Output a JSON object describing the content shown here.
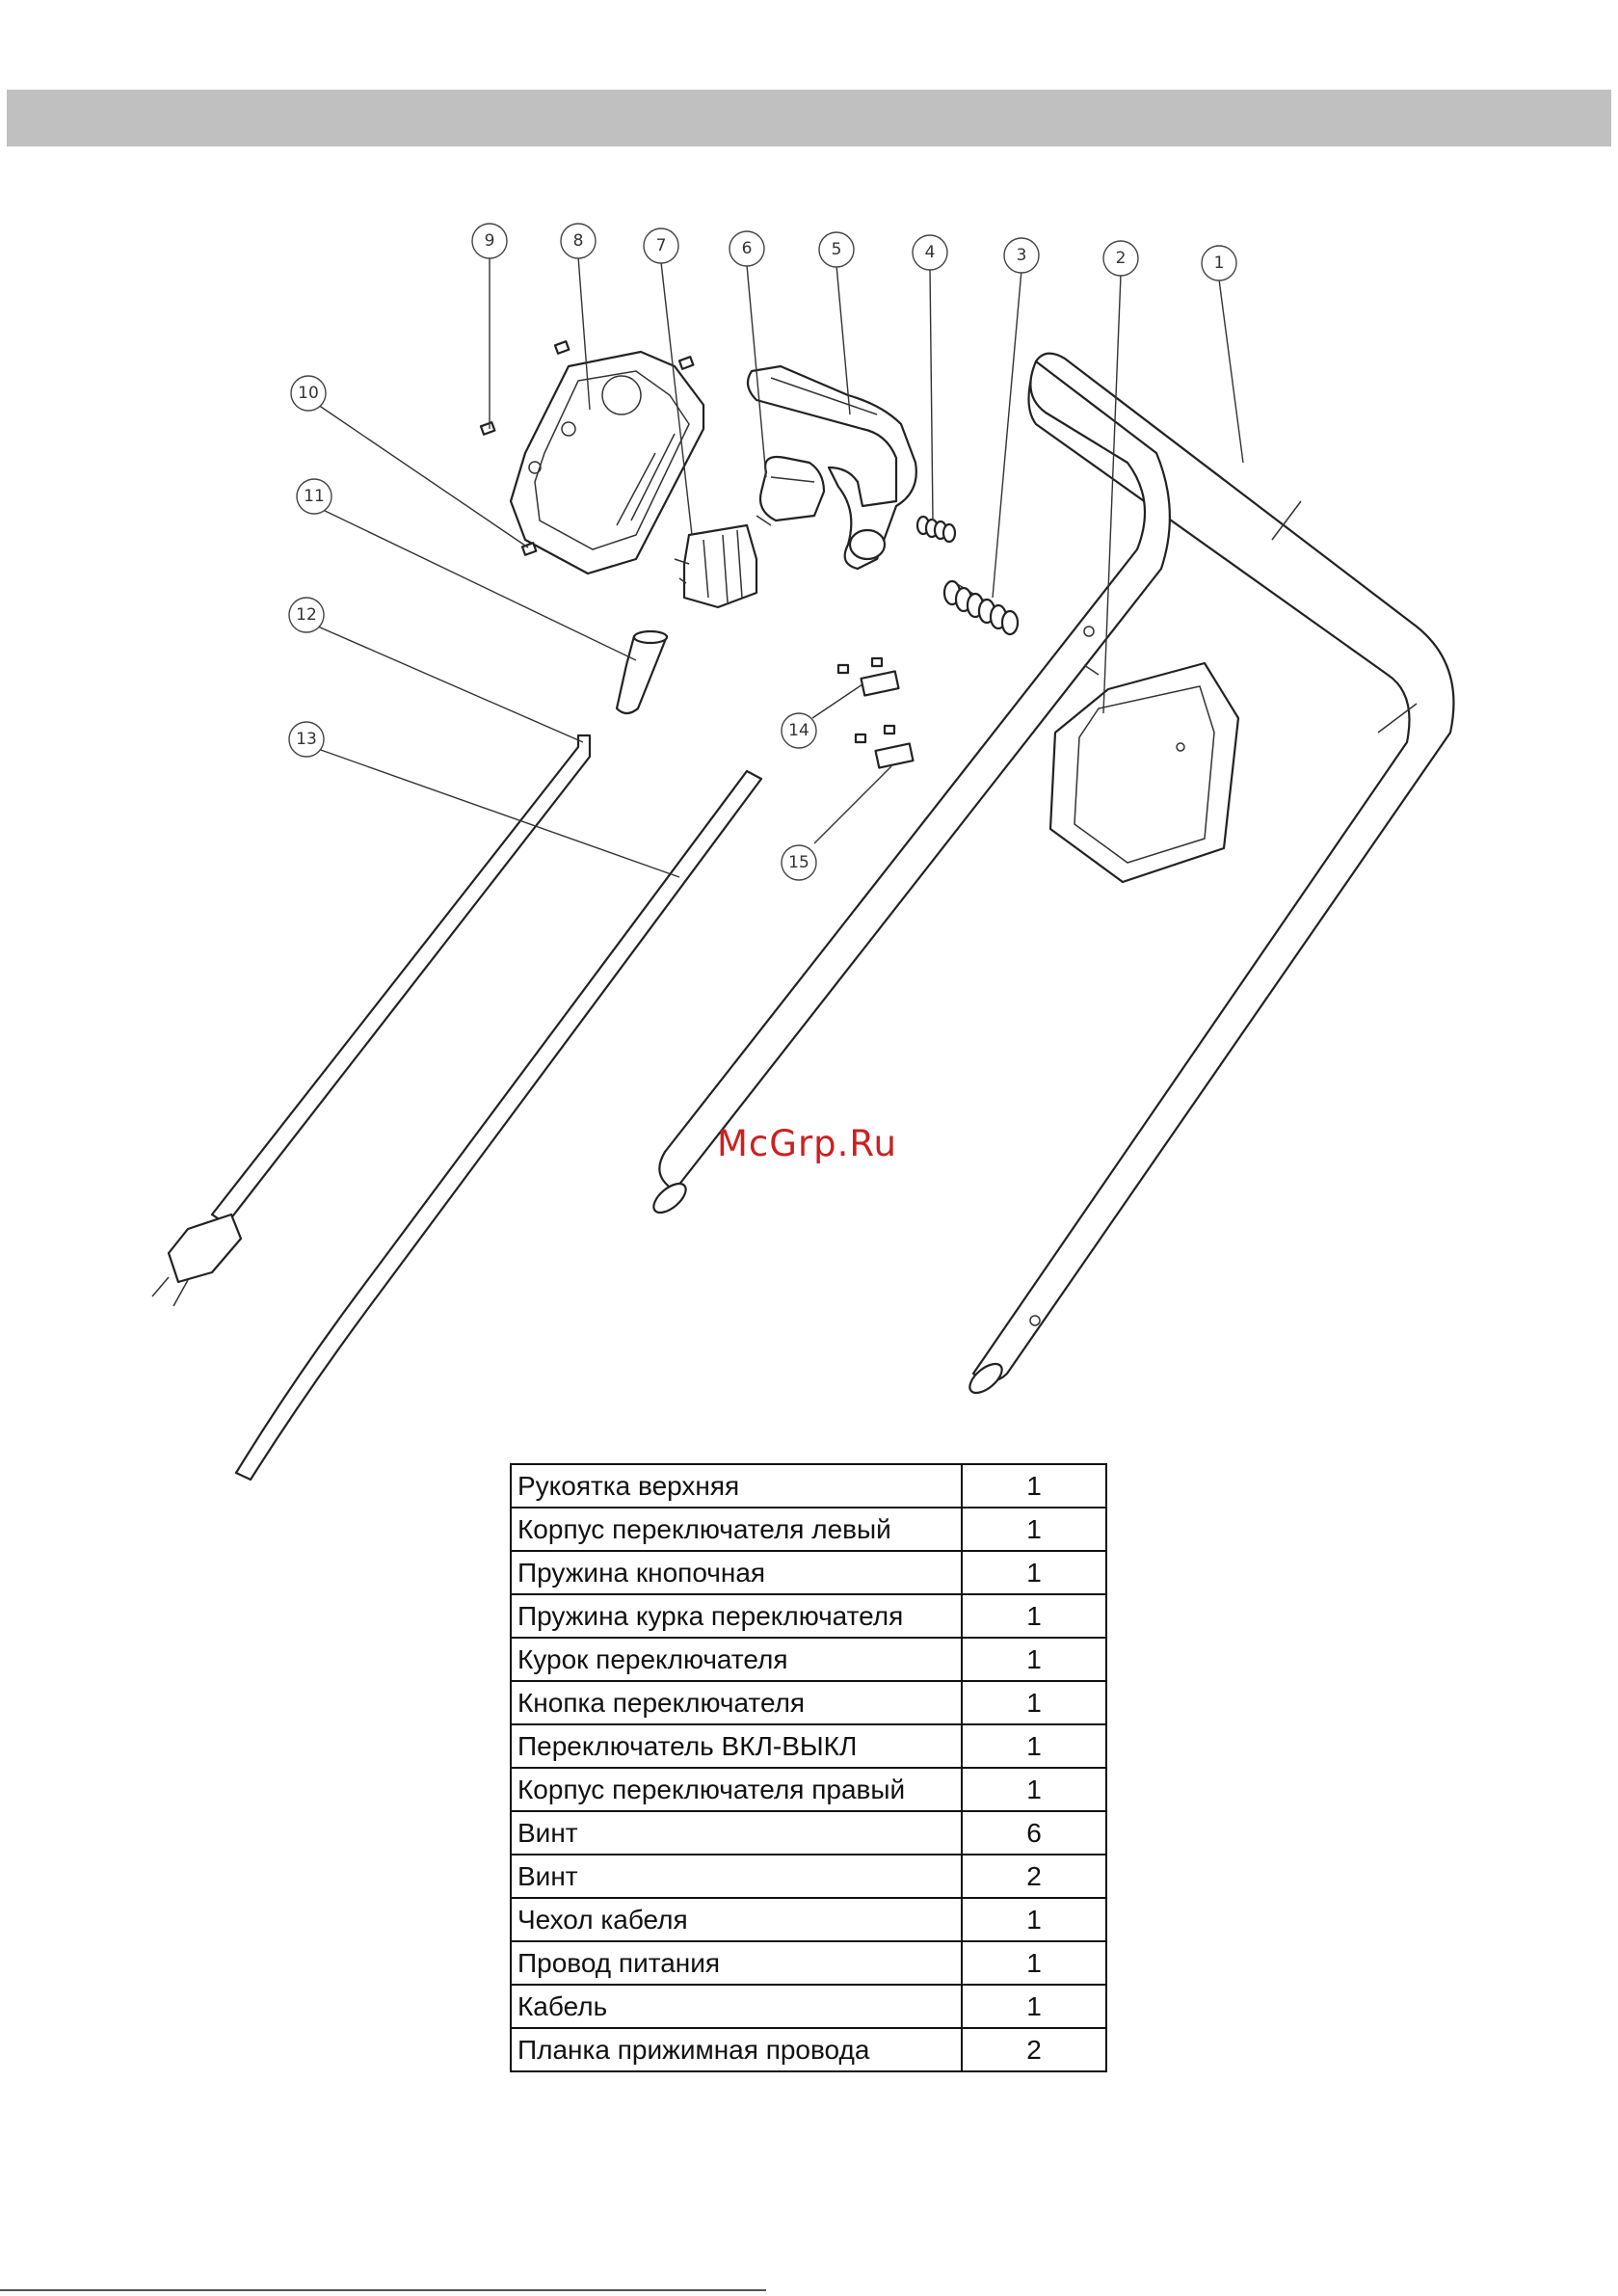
{
  "callouts": [
    "1",
    "2",
    "3",
    "4",
    "5",
    "6",
    "7",
    "8",
    "9",
    "10",
    "11",
    "12",
    "13",
    "14",
    "15"
  ],
  "watermark": "McGrp.Ru",
  "parts": [
    {
      "name": "Рукоятка верхняя",
      "qty": "1"
    },
    {
      "name": "Корпус переключателя левый",
      "qty": "1"
    },
    {
      "name": "Пружина кнопочная",
      "qty": "1"
    },
    {
      "name": "Пружина курка переключателя",
      "qty": "1"
    },
    {
      "name": "Курок переключателя",
      "qty": "1"
    },
    {
      "name": "Кнопка переключателя",
      "qty": "1"
    },
    {
      "name": "Переключатель ВКЛ-ВЫКЛ",
      "qty": "1"
    },
    {
      "name": "Корпус переключателя правый",
      "qty": "1"
    },
    {
      "name": "Винт",
      "qty": "6"
    },
    {
      "name": "Винт",
      "qty": "2"
    },
    {
      "name": "Чехол кабеля",
      "qty": "1"
    },
    {
      "name": "Провод питания",
      "qty": "1"
    },
    {
      "name": "Кабель",
      "qty": "1"
    },
    {
      "name": "Планка прижимная провода",
      "qty": "2"
    }
  ]
}
